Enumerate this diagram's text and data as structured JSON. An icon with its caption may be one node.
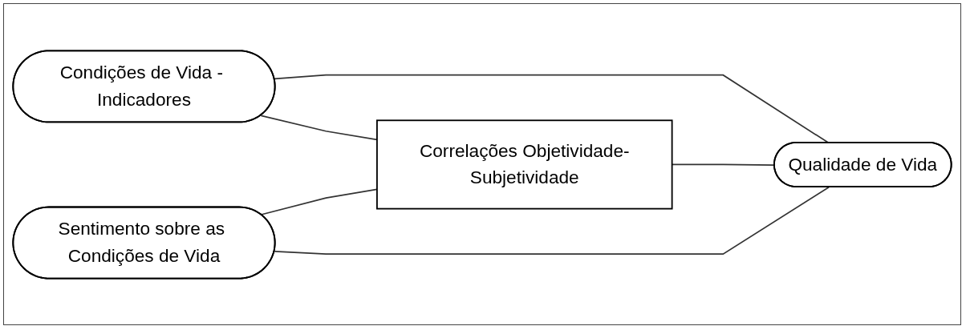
{
  "diagram": {
    "nodes": [
      {
        "text": [
          "Condições de Vida - Indicadores"
        ]
      },
      {
        "text": [
          "Correlações Objetividade-Subjetividade"
        ]
      },
      {
        "text": [
          "Qualidade de Vida"
        ]
      },
      {
        "text": [
          "Sentimento sobre as Condições de Vida"
        ]
      }
    ],
    "edges": [
      {
        "from": 0,
        "to": 2,
        "arrow": "none"
      },
      {
        "from": 0,
        "to": 1,
        "arrow": "none"
      },
      {
        "from": 3,
        "to": 1,
        "arrow": "none"
      },
      {
        "from": 1,
        "to": 2,
        "arrow": "none"
      },
      {
        "from": 3,
        "to": 2,
        "arrow": "none"
      }
    ]
  }
}
